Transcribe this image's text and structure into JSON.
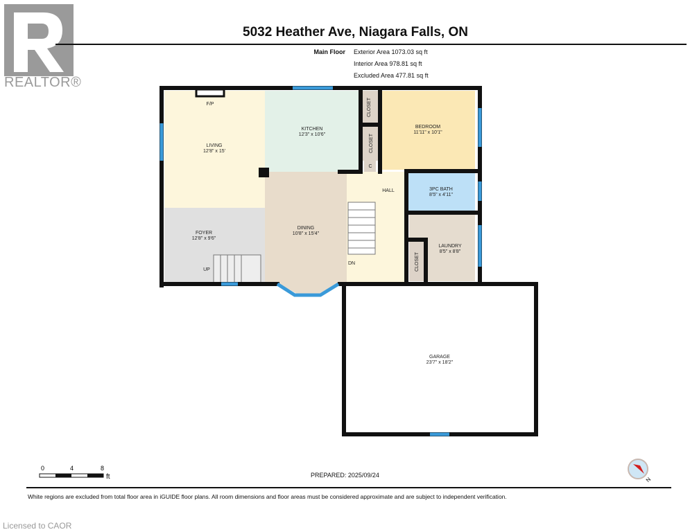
{
  "logo": {
    "text": "REALTOR®",
    "mark": "R"
  },
  "header": {
    "title": "5032 Heather Ave, Niagara Falls, ON",
    "floor": "Main Floor",
    "exterior_area": "Exterior Area 1073.03 sq ft",
    "interior_area": "Interior Area 978.81 sq ft",
    "excluded_area": "Excluded Area 477.81 sq ft"
  },
  "rooms": {
    "living": {
      "name": "LIVING",
      "dims": "12'8\" x 15'"
    },
    "kitchen": {
      "name": "KITCHEN",
      "dims": "12'3\" x 10'6\""
    },
    "bedroom": {
      "name": "BEDROOM",
      "dims": "11'11\" x 10'1\""
    },
    "foyer": {
      "name": "FOYER",
      "dims": "12'8\" x 9'6\""
    },
    "dining": {
      "name": "DINING",
      "dims": "10'8\" x 15'4\""
    },
    "hall": {
      "name": "HALL"
    },
    "bath": {
      "name": "3PC BATH",
      "dims": "8'5\" x 4'11\""
    },
    "laundry": {
      "name": "LAUNDRY",
      "dims": "8'5\" x 8'8\""
    },
    "garage": {
      "name": "GARAGE",
      "dims": "23'7\" x 18'2\""
    },
    "closet": "CLOSET",
    "c": "C",
    "fp": "F/P",
    "up": "UP",
    "dn": "DN"
  },
  "scale": {
    "ticks": [
      "0",
      "4",
      "8"
    ],
    "unit": "ft"
  },
  "footer": {
    "prepared": "PREPARED: 2025/09/24",
    "disclaimer": "White regions are excluded from total floor area in iGUIDE floor plans. All room dimensions and floor areas must be considered approximate and are subject to independent verification.",
    "licensed": "Licensed to CAOR",
    "compass_label": "N"
  },
  "colors": {
    "wall": "#111111",
    "window": "#3a9ad9",
    "living": "#fdf6dc",
    "kitchen": "#e3f1e8",
    "bedroom": "#fbe8b5",
    "foyer": "#e0e0e0",
    "dining": "#e8dccb",
    "bath": "#bde0f7",
    "laundry": "#e5dccf"
  }
}
